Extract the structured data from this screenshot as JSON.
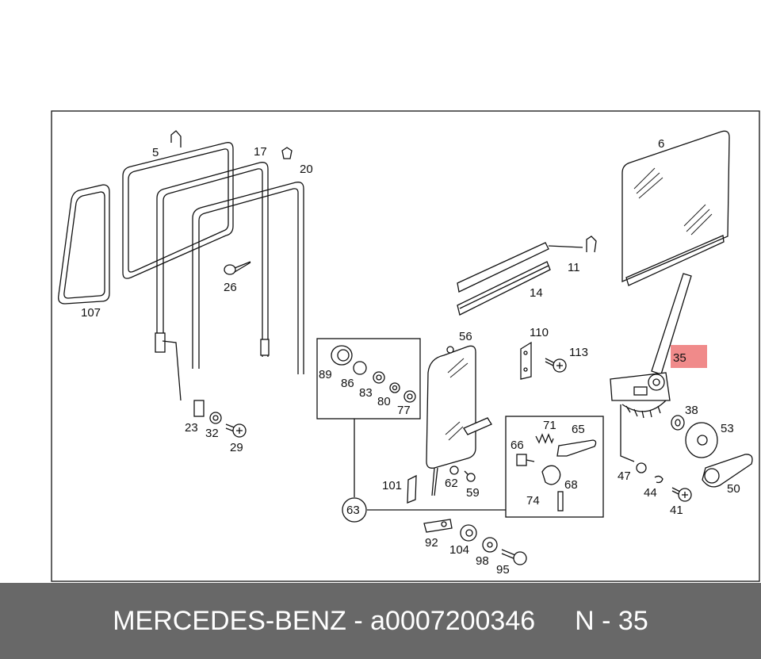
{
  "diagram": {
    "labels": {
      "p5": "5",
      "p17": "17",
      "p20": "20",
      "p107": "107",
      "p26": "26",
      "p6": "6",
      "p11": "11",
      "p14": "14",
      "p35": "35",
      "p110": "110",
      "p113": "113",
      "p56": "56",
      "p89": "89",
      "p86": "86",
      "p83": "83",
      "p80": "80",
      "p77": "77",
      "p23": "23",
      "p32": "32",
      "p29": "29",
      "p38": "38",
      "p53": "53",
      "p71": "71",
      "p65": "65",
      "p66": "66",
      "p68": "68",
      "p74": "74",
      "p101": "101",
      "p62": "62",
      "p59": "59",
      "p63": "63",
      "p47": "47",
      "p44": "44",
      "p41": "41",
      "p50": "50",
      "p92": "92",
      "p104": "104",
      "p98": "98",
      "p95": "95"
    },
    "highlight_color": "#f08a8a"
  },
  "footer": {
    "brand": "MERCEDES-BENZ - a0007200346",
    "ref": "N - 35"
  }
}
